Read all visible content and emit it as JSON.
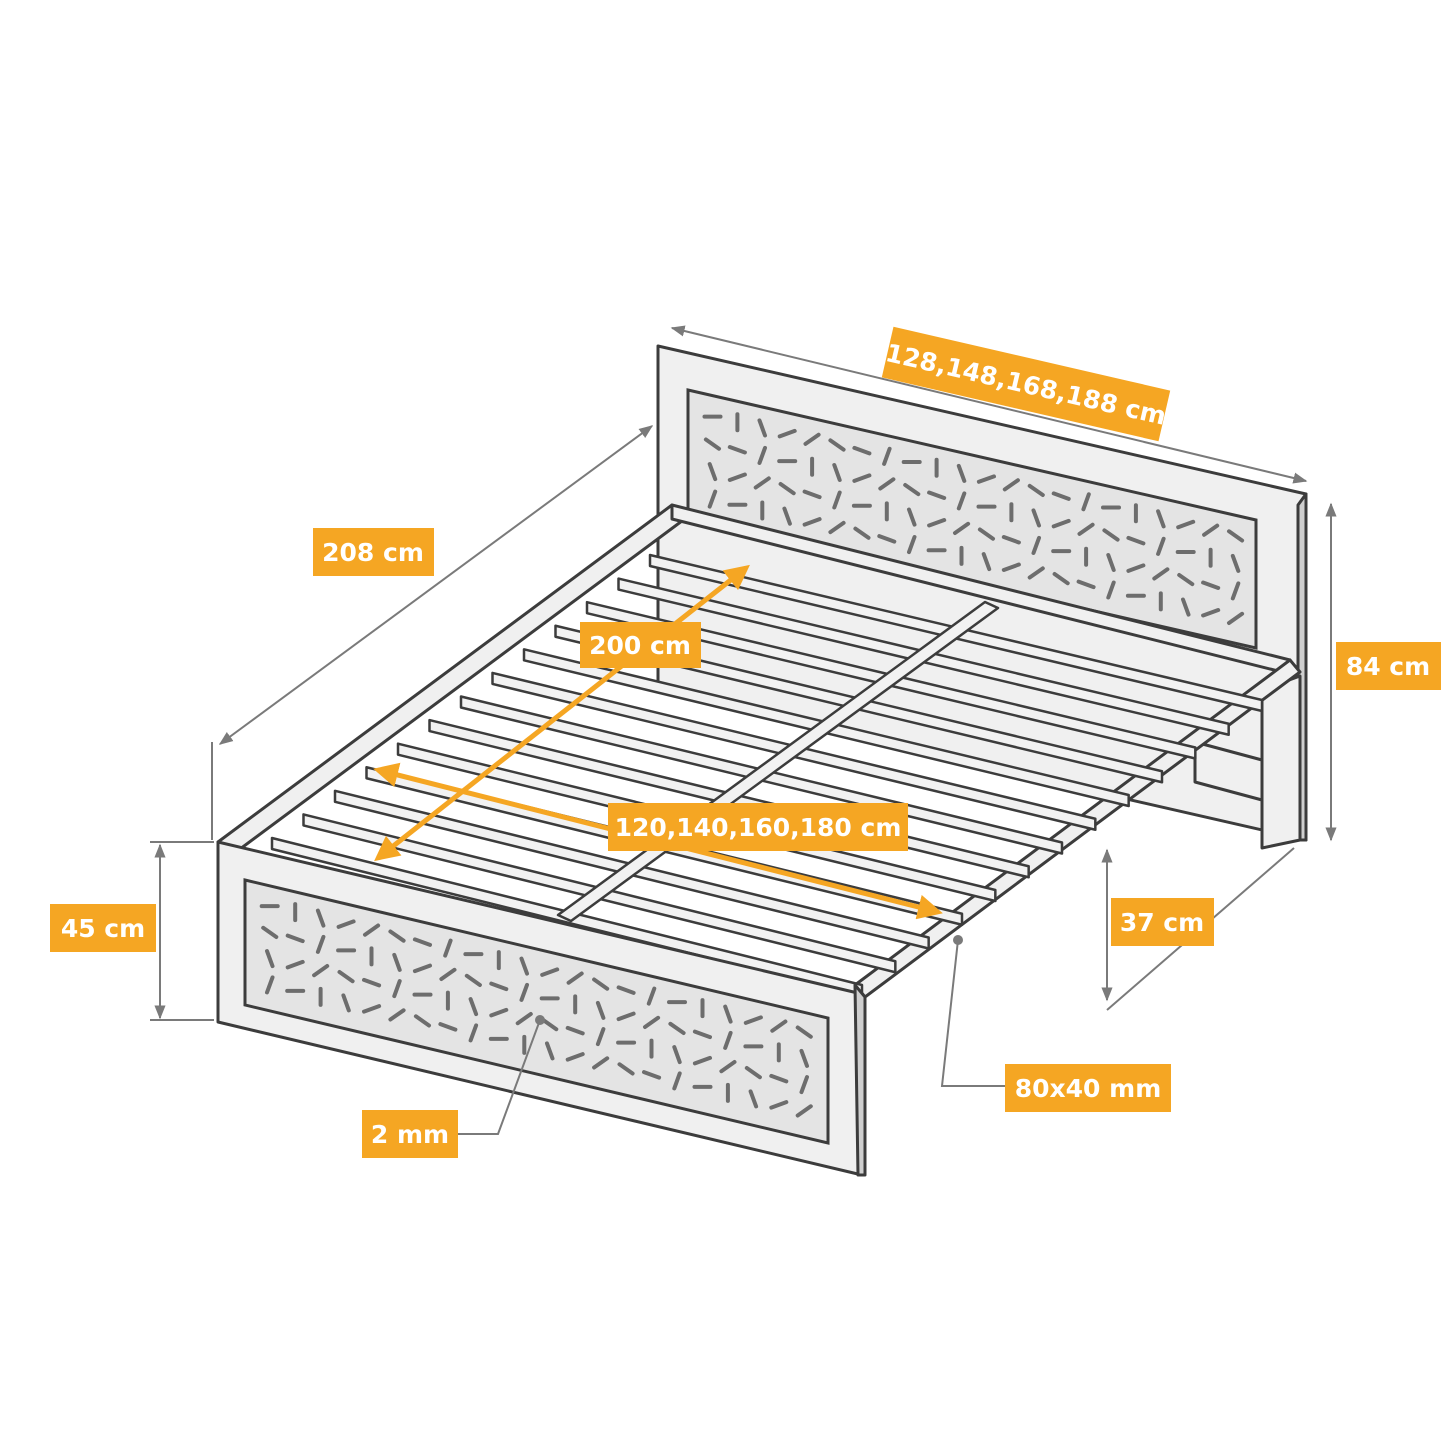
{
  "diagram": {
    "labels": {
      "headboard_width": "128,148,168,188 cm",
      "frame_length": "208 cm",
      "mattress_length": "200 cm",
      "headboard_height": "84 cm",
      "mattress_width": "120,140,160,180 cm",
      "footboard_height": "45 cm",
      "leg_height": "37 cm",
      "profile": "80x40 mm",
      "sheet_thickness": "2 mm"
    },
    "colors": {
      "accent": "#f5a623",
      "line": "#3c3c3c",
      "dimension_line": "#7a7a7a",
      "frame_fill": "#f0f0f0",
      "panel_fill": "#e4e4e4"
    }
  }
}
